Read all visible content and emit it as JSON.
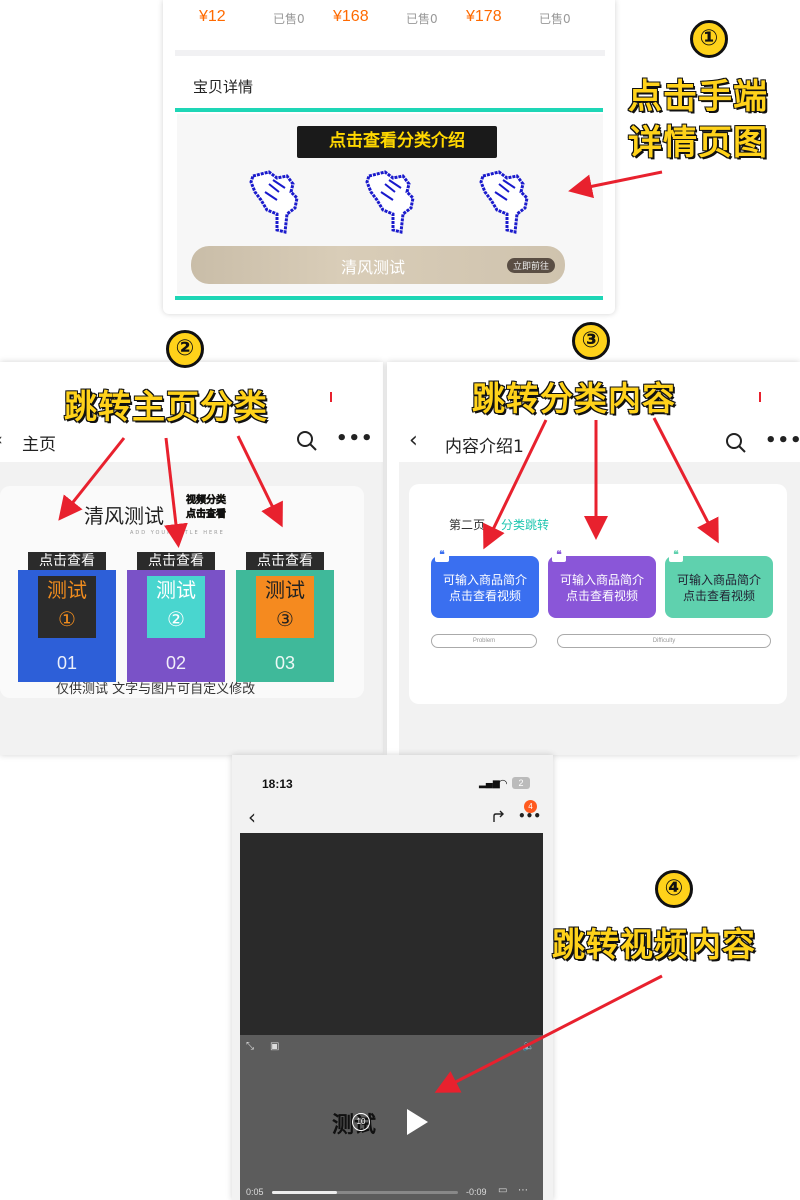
{
  "colors": {
    "accent_orange": "#ff6a00",
    "teal": "#1ed6b6",
    "annotation_yellow": "#ffd21a",
    "arrow_red": "#e8212e"
  },
  "panel1": {
    "prices": [
      {
        "price": "¥12",
        "sold": "已售0"
      },
      {
        "price": "¥168",
        "sold": "已售0"
      },
      {
        "price": "¥178",
        "sold": "已售0"
      }
    ],
    "section_title": "宝贝详情",
    "cta": "点击查看分类介绍",
    "pointer_icon": "pointing-hand-icon",
    "shop_name": "清风测试",
    "shop_button": "立即前往"
  },
  "annotations": {
    "step1": {
      "num": "①",
      "lines": [
        "点击手端",
        "详情页图"
      ]
    },
    "step2": {
      "num": "②",
      "text": "跳转主页分类"
    },
    "step3": {
      "num": "③",
      "text": "跳转分类内容"
    },
    "step4": {
      "num": "④",
      "text": "跳转视频内容"
    }
  },
  "panel2": {
    "nav_title": "主页",
    "banner_title": "清风测试",
    "banner_tag_line1": "视频分类",
    "banner_tag_line2": "点击查看",
    "banner_sub": "ADD YOUR TITLE HERE",
    "tiles": [
      {
        "head": "点击查看",
        "line1": "测试",
        "line2": "①",
        "num": "01"
      },
      {
        "head": "点击查看",
        "line1": "测试",
        "line2": "②",
        "num": "02"
      },
      {
        "head": "点击查看",
        "line1": "测试",
        "line2": "③",
        "num": "03"
      }
    ],
    "footer": "仅供测试 文字与图片可自定义修改"
  },
  "panel3": {
    "nav_title": "内容介绍1",
    "section_label_a": "第二页",
    "section_label_b": "分类跳转",
    "tiles": [
      {
        "line1": "可输入商品简介",
        "line2": "点击查看视频"
      },
      {
        "line1": "可输入商品简介",
        "line2": "点击查看视频"
      },
      {
        "line1": "可输入商品简介",
        "line2": "点击查看视频"
      }
    ],
    "pill_a": "Problem",
    "pill_b": "Difficulty"
  },
  "panel4": {
    "time": "18:13",
    "battery": "2",
    "badge": "4",
    "overlay_text": "测试",
    "skip_label": "10",
    "elapsed": "0:05",
    "remaining": "-0:09",
    "progress": 0.35
  }
}
